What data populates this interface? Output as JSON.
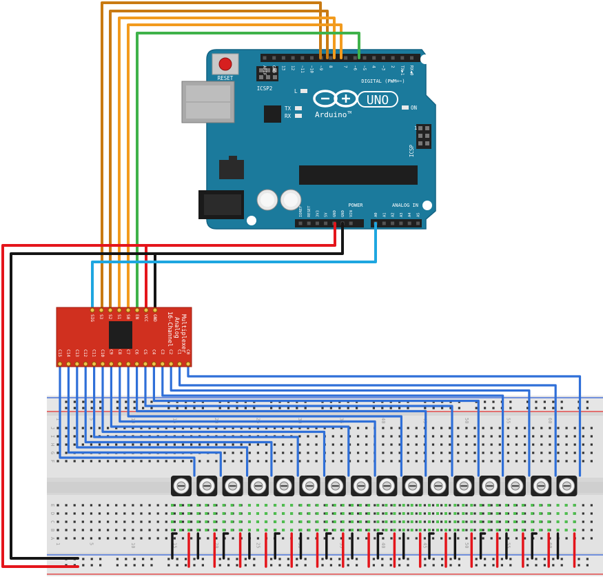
{
  "arduino": {
    "reset_label": "RESET",
    "icsp2_label": "ICSP2",
    "icsp_label": "ICSP",
    "brand": "Arduino",
    "tm": "TM",
    "model": "UNO",
    "l_label": "L",
    "tx_label": "TX",
    "rx_label": "RX",
    "on_label": "ON",
    "digital_header": "DIGITAL (PWM=~)",
    "power_header": "POWER",
    "analog_header": "ANALOG IN",
    "icsp_pin1": "1",
    "top_pins": [
      "AREF",
      "GND",
      "13",
      "12",
      "~11",
      "~10",
      "~9",
      "8",
      "7",
      "~6",
      "~5",
      "4",
      "~3",
      "2",
      "TX▶1",
      "RX◀0"
    ],
    "power_pins": [
      "IOREF",
      "RESET",
      "3V3",
      "5V",
      "GND",
      "GND",
      "VIN"
    ],
    "analog_pins": [
      "A0",
      "A1",
      "A2",
      "A3",
      "A4",
      "A5"
    ]
  },
  "mux": {
    "title_line1": "16-Channel",
    "title_line2": "Analog",
    "title_line3": "Multiplexer",
    "top_pins": [
      "SIG",
      "S3",
      "S2",
      "S1",
      "S0",
      "EN",
      "VCC",
      "GND"
    ],
    "bottom_pins": [
      "C15",
      "C14",
      "C13",
      "C12",
      "C11",
      "C10",
      "C9",
      "C8",
      "C7",
      "C6",
      "C5",
      "C4",
      "C3",
      "C2",
      "C1",
      "C0"
    ]
  },
  "breadboard": {
    "row_letters_upper": [
      "J",
      "I",
      "H",
      "G",
      "F"
    ],
    "row_letters_lower": [
      "E",
      "D",
      "C",
      "B",
      "A"
    ],
    "column_numbers": [
      "1",
      "5",
      "10",
      "15",
      "20",
      "25",
      "30",
      "35",
      "40",
      "45",
      "50",
      "55",
      "60"
    ]
  },
  "potentiometer_count": 16,
  "colors": {
    "board": "#1b7a9c",
    "mux_board": "#d0301f",
    "wire_orange_dark": "#c97a12",
    "wire_orange": "#f29b1e",
    "wire_green": "#3fb24a",
    "wire_red": "#e4151b",
    "wire_black": "#151515",
    "wire_cyan": "#1ea6e0",
    "wire_blue": "#2f6fd8"
  }
}
